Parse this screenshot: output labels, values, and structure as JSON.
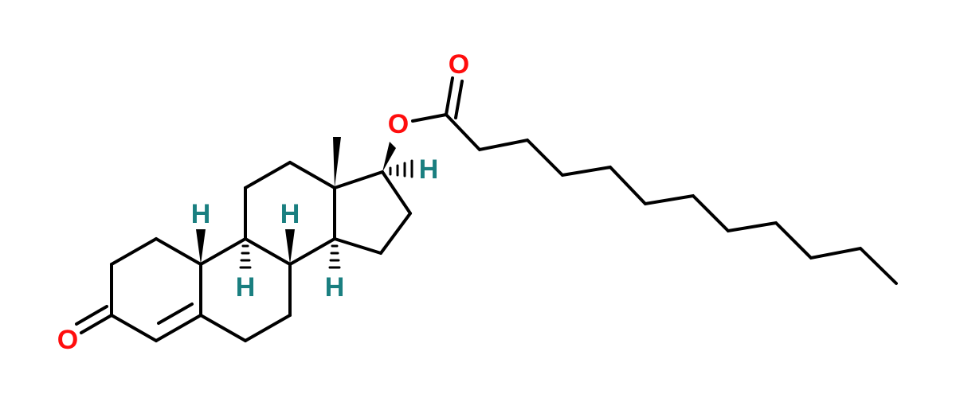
{
  "colors": {
    "bond": "#000000",
    "oxygen": "#ff0d0d",
    "hydrogen": "#1a7f80",
    "background": "#ffffff"
  },
  "atoms": {
    "o_ketone": {
      "label": "O"
    },
    "o_ester_carbonyl": {
      "label": "O"
    },
    "o_ester": {
      "label": "O"
    },
    "h_c17": {
      "label": "H"
    },
    "h_c10": {
      "label": "H"
    },
    "h_c9": {
      "label": "H"
    },
    "h_c8": {
      "label": "H"
    },
    "h_c14": {
      "label": "H"
    }
  }
}
